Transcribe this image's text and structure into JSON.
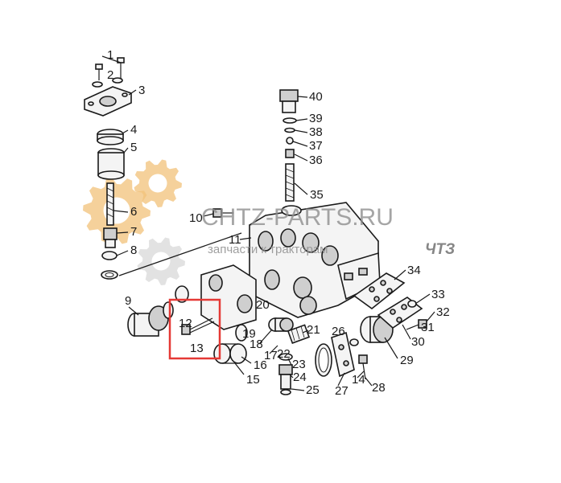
{
  "labels": [
    "1",
    "2",
    "3",
    "4",
    "5",
    "6",
    "7",
    "8",
    "9",
    "10",
    "11",
    "12",
    "13",
    "14",
    "15",
    "16",
    "17",
    "18",
    "19",
    "20",
    "21",
    "22",
    "23",
    "24",
    "25",
    "26",
    "27",
    "28",
    "29",
    "30",
    "31",
    "32",
    "33",
    "34",
    "35",
    "36",
    "37",
    "38",
    "39",
    "40"
  ],
  "watermark": {
    "title": "CHTZ-PARTS.RU",
    "subtitle": "запчасти к тракторам",
    "brand": "ЧТЗ",
    "gear_color": "#f2c27a",
    "gear_color_2": "#d8d8d8"
  },
  "highlight": {
    "items": [
      "12",
      "13"
    ],
    "color": "#e53935"
  },
  "colors": {
    "ink": "#1a1a1a",
    "background": "#ffffff"
  }
}
